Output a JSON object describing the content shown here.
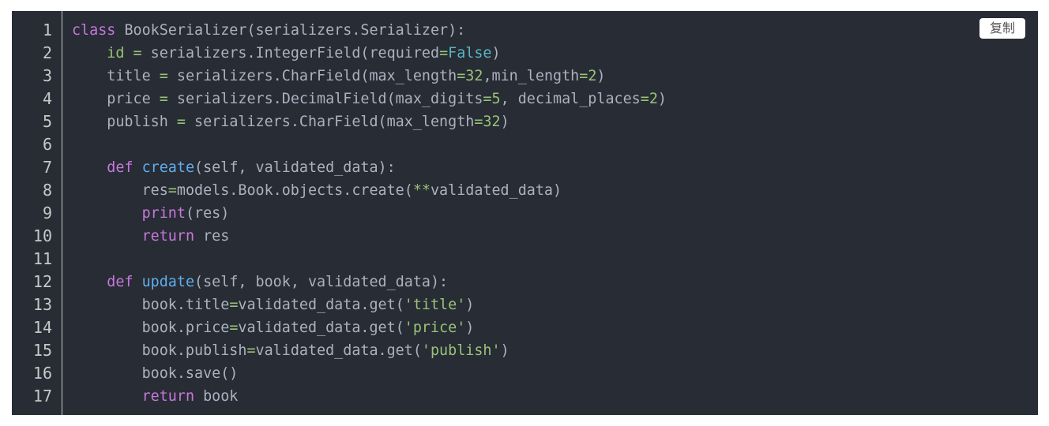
{
  "copy_button": {
    "label": "复制"
  },
  "colors": {
    "background": "#282c34",
    "keyword": "#c678dd",
    "function": "#61aeee",
    "string": "#98c379",
    "literal": "#56b6c2",
    "plain": "#abb2bf"
  },
  "line_numbers": [
    "1",
    "2",
    "3",
    "4",
    "5",
    "6",
    "7",
    "8",
    "9",
    "10",
    "11",
    "12",
    "13",
    "14",
    "15",
    "16",
    "17"
  ],
  "code_lines": [
    [
      {
        "t": "class",
        "k": "keyword"
      },
      {
        "t": " BookSerializer(serializers.Serializer):",
        "k": "plain"
      }
    ],
    [
      {
        "t": "    ",
        "k": "plain"
      },
      {
        "t": "id",
        "k": "attr"
      },
      {
        "t": " ",
        "k": "plain"
      },
      {
        "t": "=",
        "k": "operator"
      },
      {
        "t": " serializers.IntegerField(required",
        "k": "plain"
      },
      {
        "t": "=",
        "k": "operator"
      },
      {
        "t": "False",
        "k": "literal"
      },
      {
        "t": ")",
        "k": "plain"
      }
    ],
    [
      {
        "t": "    title ",
        "k": "plain"
      },
      {
        "t": "=",
        "k": "operator"
      },
      {
        "t": " serializers.CharField(max_length",
        "k": "plain"
      },
      {
        "t": "=",
        "k": "operator"
      },
      {
        "t": "32",
        "k": "number"
      },
      {
        "t": ",min_length",
        "k": "plain"
      },
      {
        "t": "=",
        "k": "operator"
      },
      {
        "t": "2",
        "k": "number"
      },
      {
        "t": ")",
        "k": "plain"
      }
    ],
    [
      {
        "t": "    price ",
        "k": "plain"
      },
      {
        "t": "=",
        "k": "operator"
      },
      {
        "t": " serializers.DecimalField(max_digits",
        "k": "plain"
      },
      {
        "t": "=",
        "k": "operator"
      },
      {
        "t": "5",
        "k": "number"
      },
      {
        "t": ", decimal_places",
        "k": "plain"
      },
      {
        "t": "=",
        "k": "operator"
      },
      {
        "t": "2",
        "k": "number"
      },
      {
        "t": ")",
        "k": "plain"
      }
    ],
    [
      {
        "t": "    publish ",
        "k": "plain"
      },
      {
        "t": "=",
        "k": "operator"
      },
      {
        "t": " serializers.CharField(max_length",
        "k": "plain"
      },
      {
        "t": "=",
        "k": "operator"
      },
      {
        "t": "32",
        "k": "number"
      },
      {
        "t": ")",
        "k": "plain"
      }
    ],
    [],
    [
      {
        "t": "    ",
        "k": "plain"
      },
      {
        "t": "def",
        "k": "keyword"
      },
      {
        "t": " ",
        "k": "plain"
      },
      {
        "t": "create",
        "k": "function"
      },
      {
        "t": "(self, validated_data):",
        "k": "plain"
      }
    ],
    [
      {
        "t": "        res",
        "k": "plain"
      },
      {
        "t": "=",
        "k": "operator"
      },
      {
        "t": "models.Book.objects.create(",
        "k": "plain"
      },
      {
        "t": "**",
        "k": "operator"
      },
      {
        "t": "validated_data)",
        "k": "plain"
      }
    ],
    [
      {
        "t": "        ",
        "k": "plain"
      },
      {
        "t": "print",
        "k": "builtin"
      },
      {
        "t": "(res)",
        "k": "plain"
      }
    ],
    [
      {
        "t": "        ",
        "k": "plain"
      },
      {
        "t": "return",
        "k": "keyword"
      },
      {
        "t": " res",
        "k": "plain"
      }
    ],
    [],
    [
      {
        "t": "    ",
        "k": "plain"
      },
      {
        "t": "def",
        "k": "keyword"
      },
      {
        "t": " ",
        "k": "plain"
      },
      {
        "t": "update",
        "k": "function"
      },
      {
        "t": "(self, book, validated_data):",
        "k": "plain"
      }
    ],
    [
      {
        "t": "        book.title",
        "k": "plain"
      },
      {
        "t": "=",
        "k": "operator"
      },
      {
        "t": "validated_data.get(",
        "k": "plain"
      },
      {
        "t": "'title'",
        "k": "string"
      },
      {
        "t": ")",
        "k": "plain"
      }
    ],
    [
      {
        "t": "        book.price",
        "k": "plain"
      },
      {
        "t": "=",
        "k": "operator"
      },
      {
        "t": "validated_data.get(",
        "k": "plain"
      },
      {
        "t": "'price'",
        "k": "string"
      },
      {
        "t": ")",
        "k": "plain"
      }
    ],
    [
      {
        "t": "        book.publish",
        "k": "plain"
      },
      {
        "t": "=",
        "k": "operator"
      },
      {
        "t": "validated_data.get(",
        "k": "plain"
      },
      {
        "t": "'publish'",
        "k": "string"
      },
      {
        "t": ")",
        "k": "plain"
      }
    ],
    [
      {
        "t": "        book.save()",
        "k": "plain"
      }
    ],
    [
      {
        "t": "        ",
        "k": "plain"
      },
      {
        "t": "return",
        "k": "keyword"
      },
      {
        "t": " book",
        "k": "plain"
      }
    ]
  ]
}
